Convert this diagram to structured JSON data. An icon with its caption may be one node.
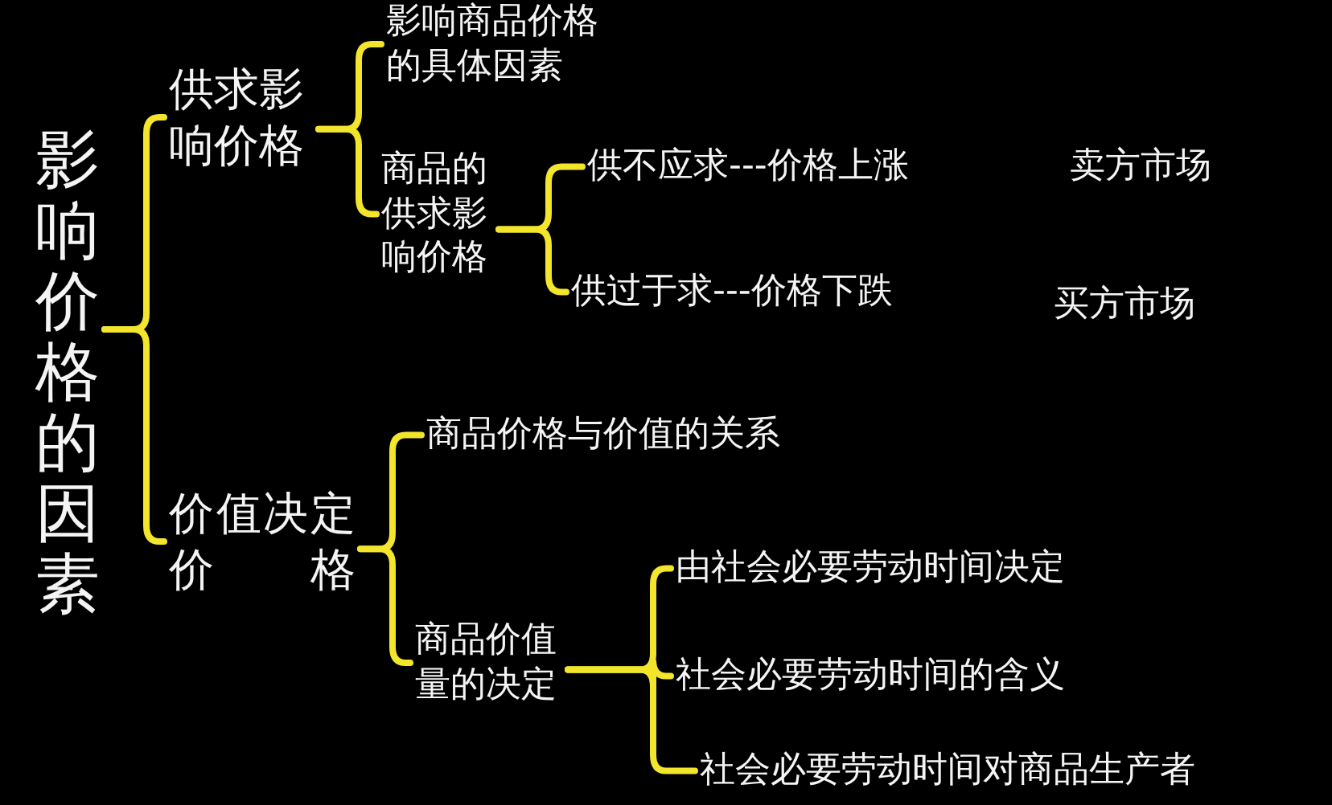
{
  "diagram": {
    "nodes": [
      {
        "text": [
          "影响价格的因素"
        ]
      },
      {
        "text": [
          "供求影响价格"
        ]
      },
      {
        "text": [
          "影响商品价格的具体因素"
        ]
      },
      {
        "text": [
          "商品的供求影响价格"
        ]
      },
      {
        "text": [
          "供不应求---价格上涨"
        ]
      },
      {
        "text": [
          "供过于求---价格下跌"
        ]
      },
      {
        "text": [
          "价值决定价格"
        ]
      },
      {
        "text": [
          "商品价格与价值的关系"
        ]
      },
      {
        "text": [
          "商品价值量的决定"
        ]
      },
      {
        "text": [
          "由社会必要劳动时间决定"
        ]
      },
      {
        "text": [
          "社会必要劳动时间的含义"
        ]
      },
      {
        "text": [
          "社会必要劳动时间对商品生产者"
        ]
      }
    ],
    "edges": [
      {
        "from": 0,
        "to": 1,
        "arrow": "none"
      },
      {
        "from": 0,
        "to": 6,
        "arrow": "none"
      },
      {
        "from": 1,
        "to": 2,
        "arrow": "none"
      },
      {
        "from": 1,
        "to": 3,
        "arrow": "none"
      },
      {
        "from": 3,
        "to": 4,
        "arrow": "none"
      },
      {
        "from": 3,
        "to": 5,
        "arrow": "none"
      },
      {
        "from": 6,
        "to": 7,
        "arrow": "none"
      },
      {
        "from": 6,
        "to": 8,
        "arrow": "none"
      },
      {
        "from": 8,
        "to": 9,
        "arrow": "none"
      },
      {
        "from": 8,
        "to": 10,
        "arrow": "none"
      },
      {
        "from": 8,
        "to": 11,
        "arrow": "none"
      }
    ],
    "labels": [
      "卖方市场",
      "买方市场"
    ]
  }
}
